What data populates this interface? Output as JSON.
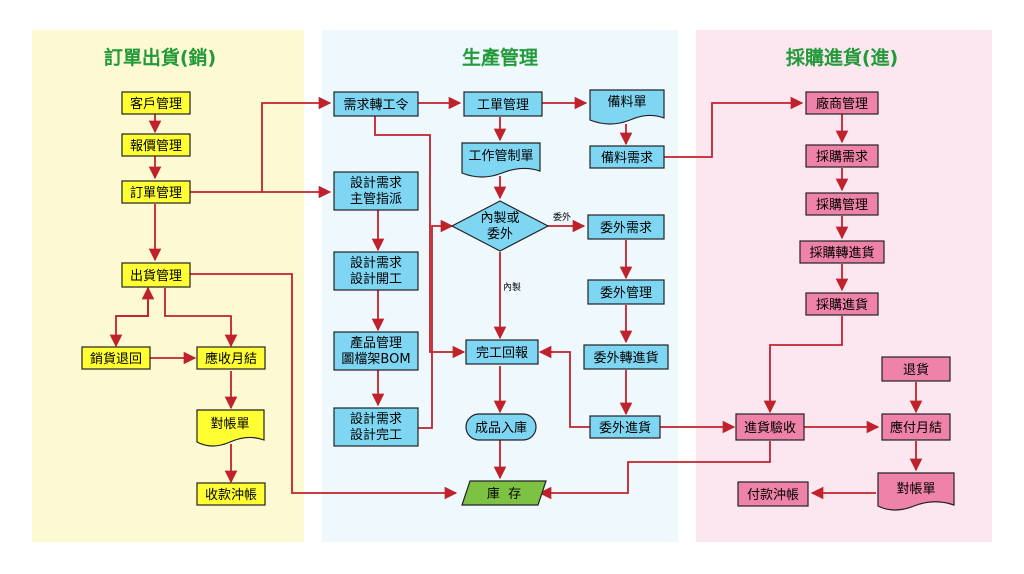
{
  "colors": {
    "sales_bg": "#fdf9d2",
    "production_bg": "#eef8fd",
    "purchase_bg": "#fce6ef",
    "sales_box": "#ffff33",
    "production_box": "#7fd6f3",
    "purchase_box": "#ee82a8",
    "inventory_box": "#7dc242",
    "arrow": "#c0222c",
    "header": "#239a3a"
  },
  "headers": {
    "sales": "訂單出貨(銷)",
    "production": "生產管理",
    "purchase": "採購進貨(進)"
  },
  "sales": {
    "customer": "客戶管理",
    "quote": "報價管理",
    "order": "訂單管理",
    "shipment": "出貨管理",
    "sales_return": "銷貨退回",
    "receivable": "應收月結",
    "statement": "對帳單",
    "collection": "收款沖帳"
  },
  "production": {
    "demand_to_work_order": "需求轉工令",
    "work_order_mgmt": "工單管理",
    "materials_list": "備料單",
    "work_control_sheet": "工作管制單",
    "materials_demand": "備料需求",
    "design_assign_1": "設計需求",
    "design_assign_2": "主管指派",
    "decision_1": "內製或",
    "decision_2": "委外",
    "outsource_label": "委外",
    "inhouse_label": "內製",
    "outsource_demand": "委外需求",
    "design_start_1": "設計需求",
    "design_start_2": "設計開工",
    "outsource_mgmt": "委外管理",
    "product_bom_1": "產品管理",
    "product_bom_2": "圖檔架BOM",
    "completion_report": "完工回報",
    "outsource_to_receipt": "委外轉進貨",
    "design_done_1": "設計需求",
    "design_done_2": "設計完工",
    "finished_goods_in": "成品入庫",
    "outsource_receipt": "委外進貨",
    "inventory": "庫  存"
  },
  "purchase": {
    "vendor": "廠商管理",
    "purchase_demand": "採購需求",
    "purchase_mgmt": "採購管理",
    "purchase_to_receipt": "採購轉進貨",
    "purchase_receipt": "採購進貨",
    "purchase_return": "退貨",
    "receipt_inspection": "進貨驗收",
    "payable": "應付月結",
    "statement": "對帳單",
    "payment": "付款沖帳"
  }
}
